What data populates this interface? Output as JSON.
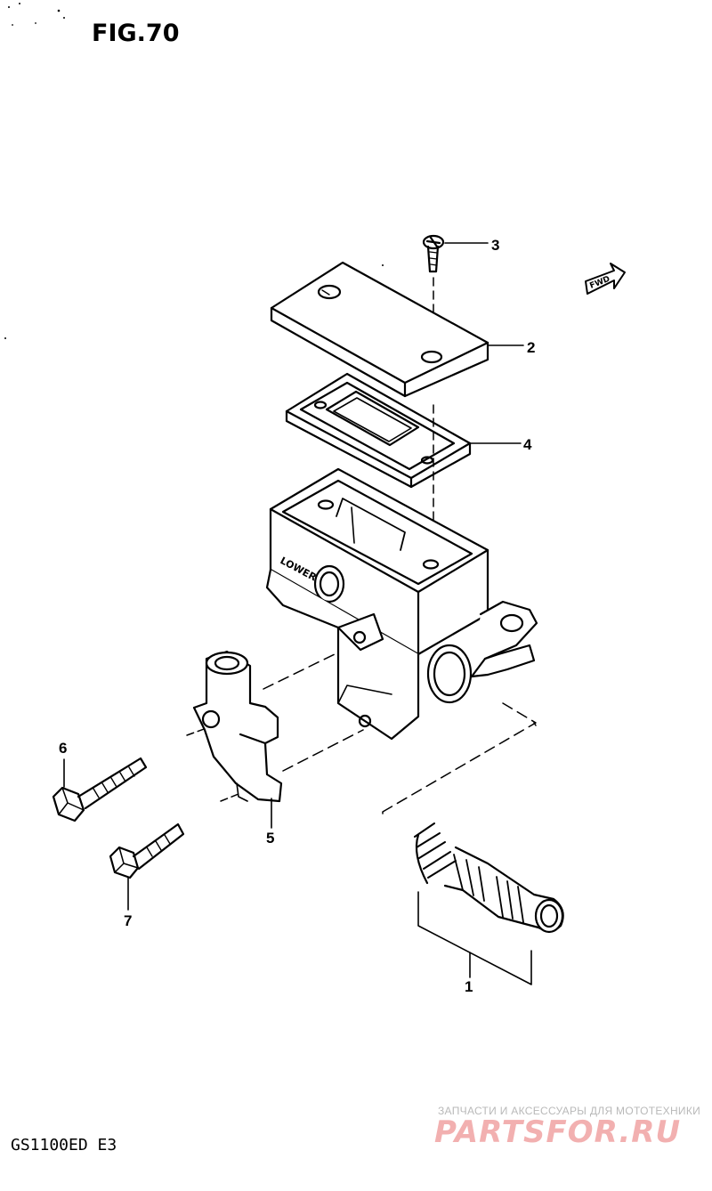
{
  "figure": {
    "title": "FIG.70"
  },
  "model_label": "GS1100ED E3",
  "fwd_arrow_label": "FWD",
  "casting_text": "LOWER",
  "callouts": [
    {
      "number": "1"
    },
    {
      "number": "2"
    },
    {
      "number": "3"
    },
    {
      "number": "4"
    },
    {
      "number": "5"
    },
    {
      "number": "6"
    },
    {
      "number": "7"
    }
  ],
  "watermark": {
    "tagline": "ЗАПЧАСТИ И АКСЕССУАРЫ ДЛЯ МОТОТЕХНИКИ",
    "logo": "PARTSFOR.RU"
  }
}
